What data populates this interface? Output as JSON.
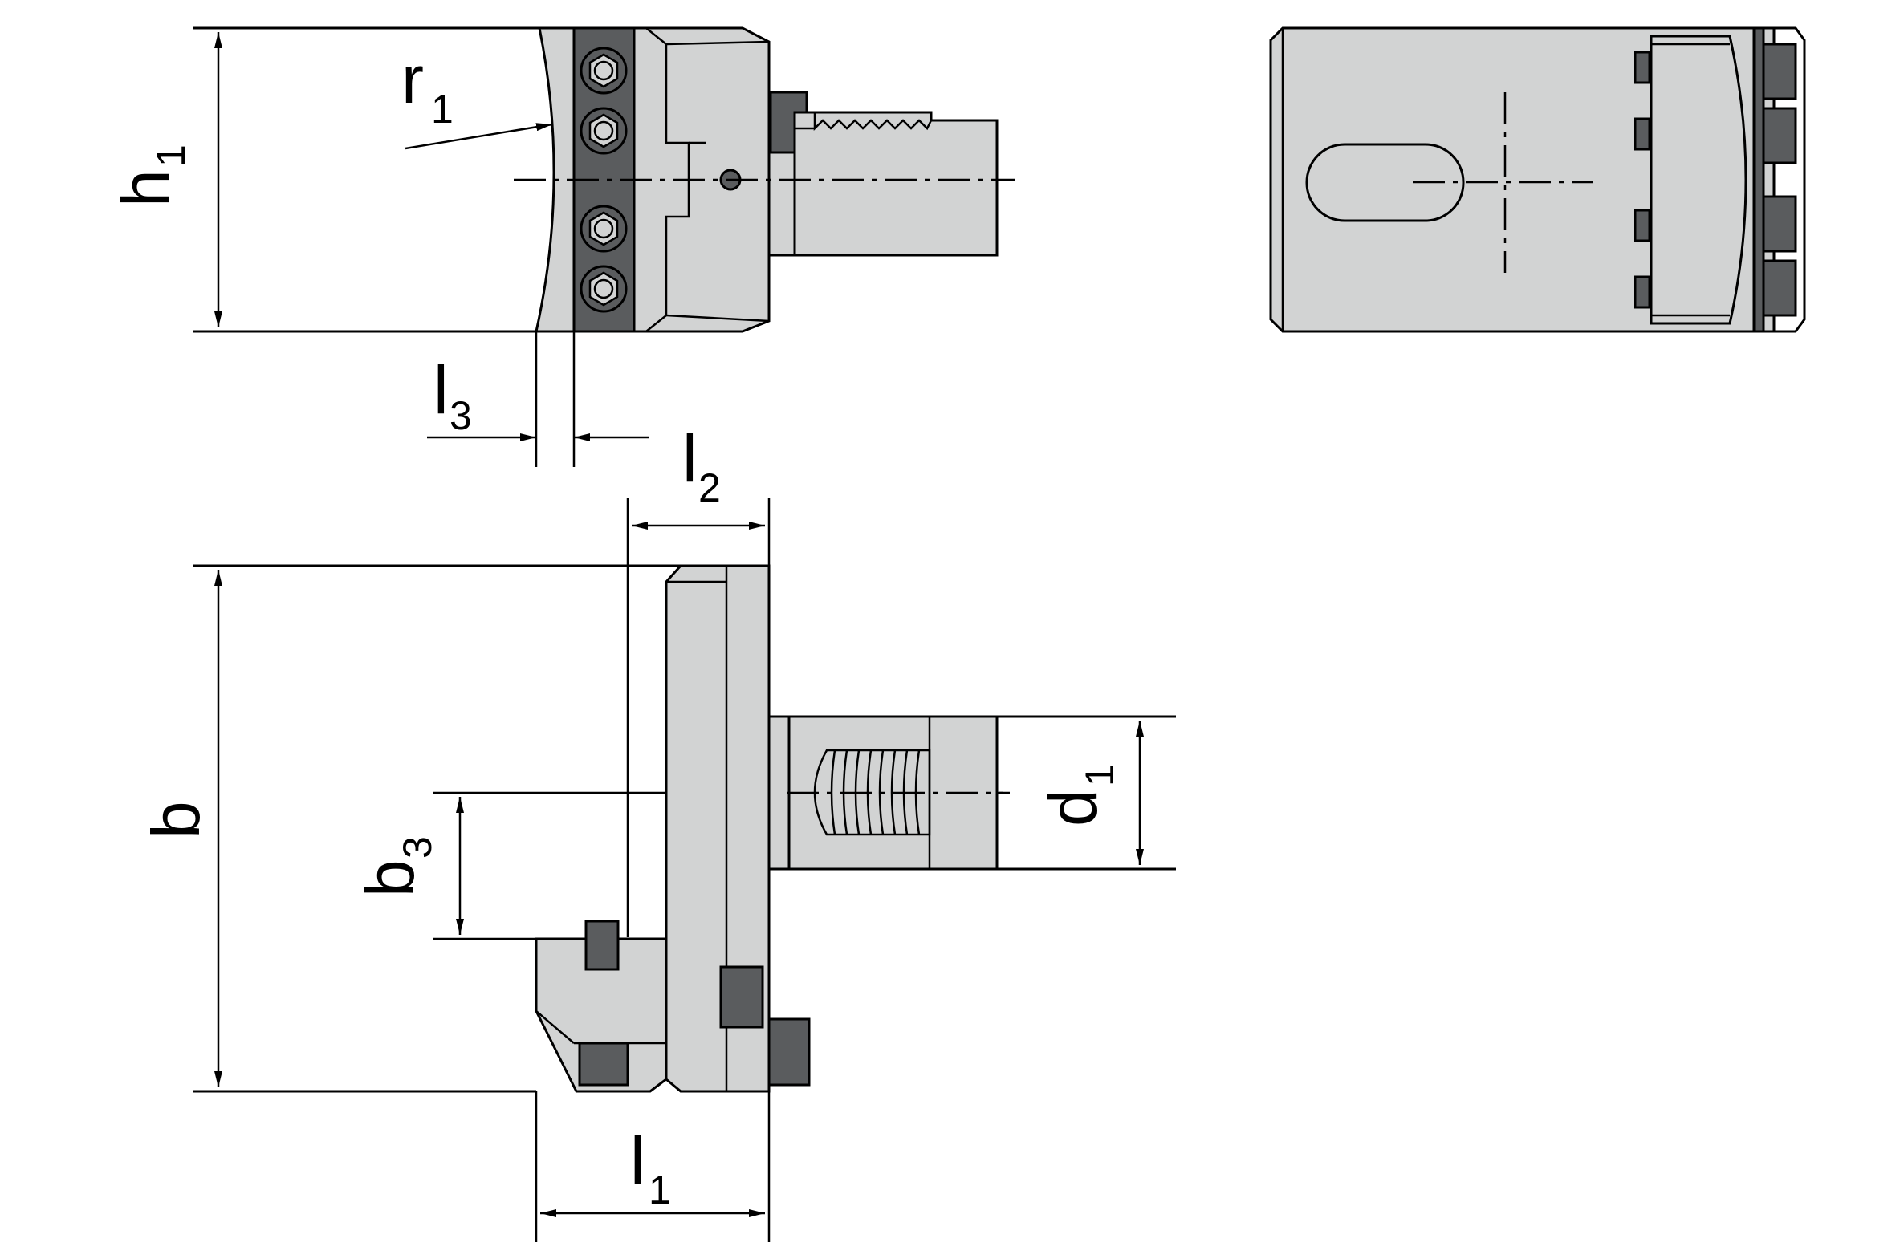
{
  "labels": {
    "h1": {
      "main": "h",
      "sub": "1"
    },
    "r1": {
      "main": "r",
      "sub": "1"
    },
    "l3": {
      "main": "l",
      "sub": "3"
    },
    "l2": {
      "main": "l",
      "sub": "2"
    },
    "b": {
      "main": "b"
    },
    "b3": {
      "main": "b",
      "sub": "3"
    },
    "d1": {
      "main": "d",
      "sub": "1"
    },
    "l1": {
      "main": "l",
      "sub": "1"
    }
  },
  "colors": {
    "body_fill": "#d2d3d3",
    "dark_fill": "#5a5c5e",
    "line": "#000000"
  }
}
